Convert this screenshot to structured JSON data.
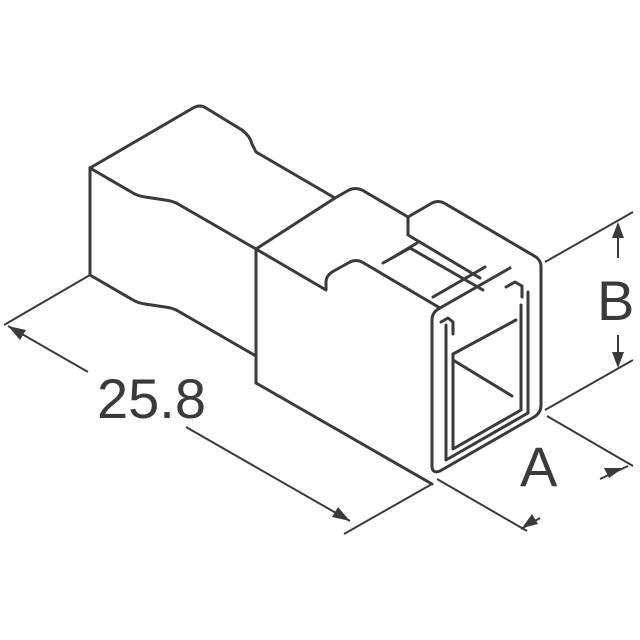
{
  "drawing": {
    "subject": "connector housing",
    "dimensions": {
      "length_label": "25.8",
      "width_label": "A",
      "height_label": "B"
    },
    "colors": {
      "line": "#3a3a3a",
      "background": "#ffffff"
    }
  }
}
